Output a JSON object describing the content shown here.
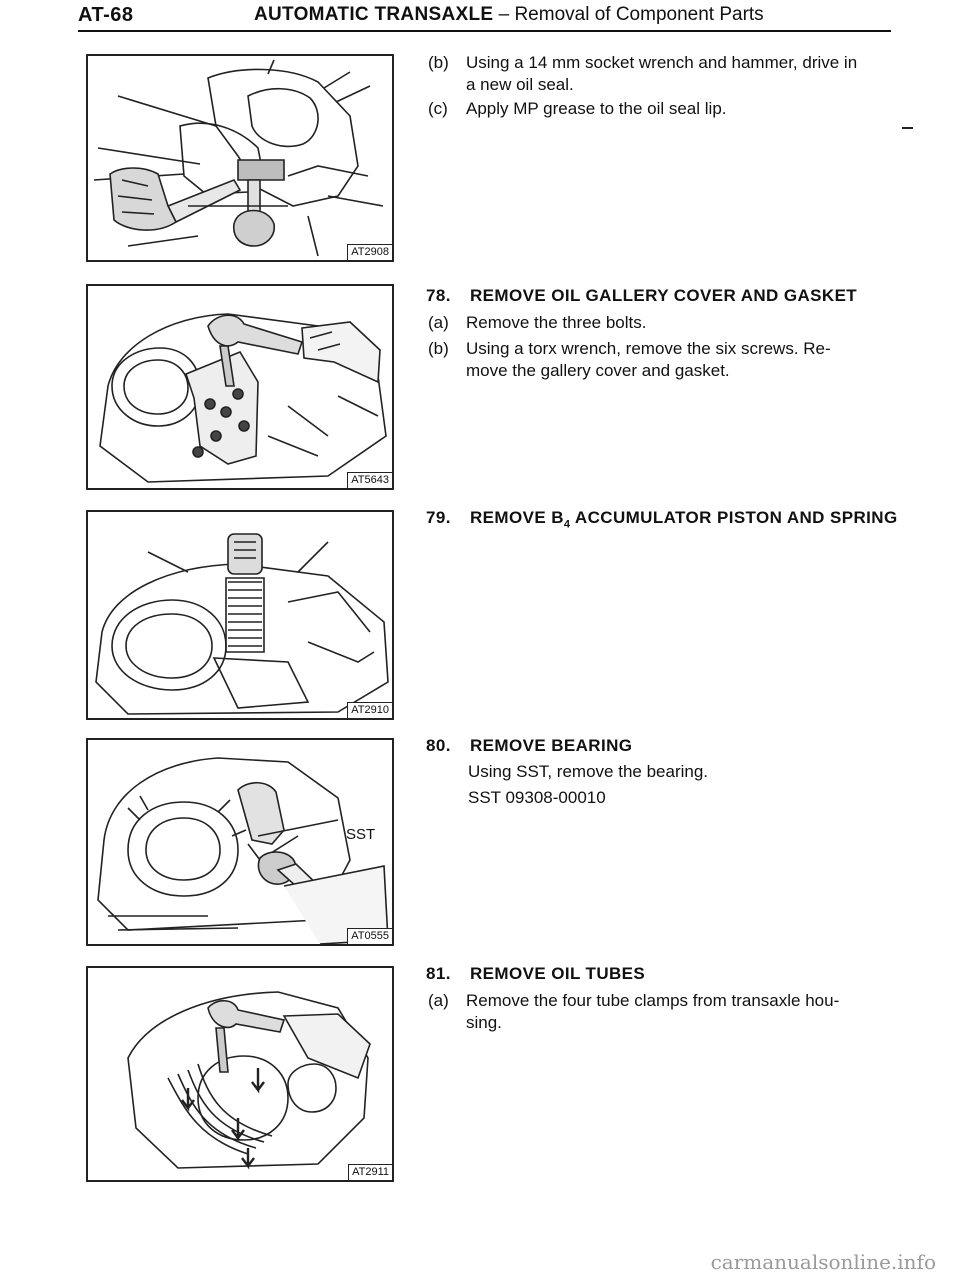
{
  "header": {
    "page_number": "AT-68",
    "title_main": "AUTOMATIC TRANSAXLE",
    "title_sep": " – ",
    "title_sub": "Removal of Component Parts"
  },
  "figures": [
    {
      "code": "AT2908"
    },
    {
      "code": "AT5643"
    },
    {
      "code": "AT2910"
    },
    {
      "code": "AT0555",
      "callout": "SST"
    },
    {
      "code": "AT2911"
    }
  ],
  "content": {
    "intro": [
      {
        "label": "(b)",
        "lines": [
          "Using a 14 mm socket wrench and hammer, drive in",
          "a new oil seal."
        ]
      },
      {
        "label": "(c)",
        "lines": [
          "Apply MP grease to the oil seal lip."
        ]
      }
    ],
    "step78": {
      "number": "78.",
      "title": "REMOVE OIL GALLERY COVER AND GASKET",
      "subs": [
        {
          "label": "(a)",
          "lines": [
            "Remove the three bolts."
          ]
        },
        {
          "label": "(b)",
          "lines": [
            "Using a torx wrench, remove the six screws. Re-",
            "move the gallery cover and gasket."
          ]
        }
      ]
    },
    "step79": {
      "number": "79.",
      "title_pre": "REMOVE B",
      "title_sub": "4",
      "title_post": " ACCUMULATOR PISTON AND SPRING"
    },
    "step80": {
      "number": "80.",
      "title": "REMOVE BEARING",
      "line1": "Using SST, remove the bearing.",
      "line2": "SST 09308-00010"
    },
    "step81": {
      "number": "81.",
      "title": "REMOVE OIL TUBES",
      "subs": [
        {
          "label": "(a)",
          "lines": [
            "Remove the four tube clamps from transaxle hou-",
            "sing."
          ]
        }
      ]
    }
  },
  "footer": {
    "url": "carmanualsonline.info"
  }
}
